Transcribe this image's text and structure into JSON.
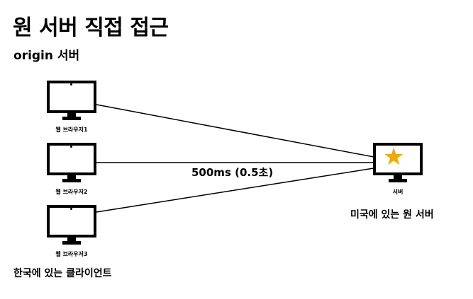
{
  "title": "원 서버 직접 접근",
  "subtitle": "origin 서버",
  "clients": [
    {
      "label": "웹 브라우저1"
    },
    {
      "label": "웹 브라우저2"
    },
    {
      "label": "웹 브라우저3"
    }
  ],
  "client_group_label": "한국에 있는 클라이언트",
  "server": {
    "label": "서버",
    "group_label": "미국에 있는 원 서버",
    "icon": "star-icon",
    "star_color": "#f5a800"
  },
  "latency_label": "500ms (0.5초)"
}
